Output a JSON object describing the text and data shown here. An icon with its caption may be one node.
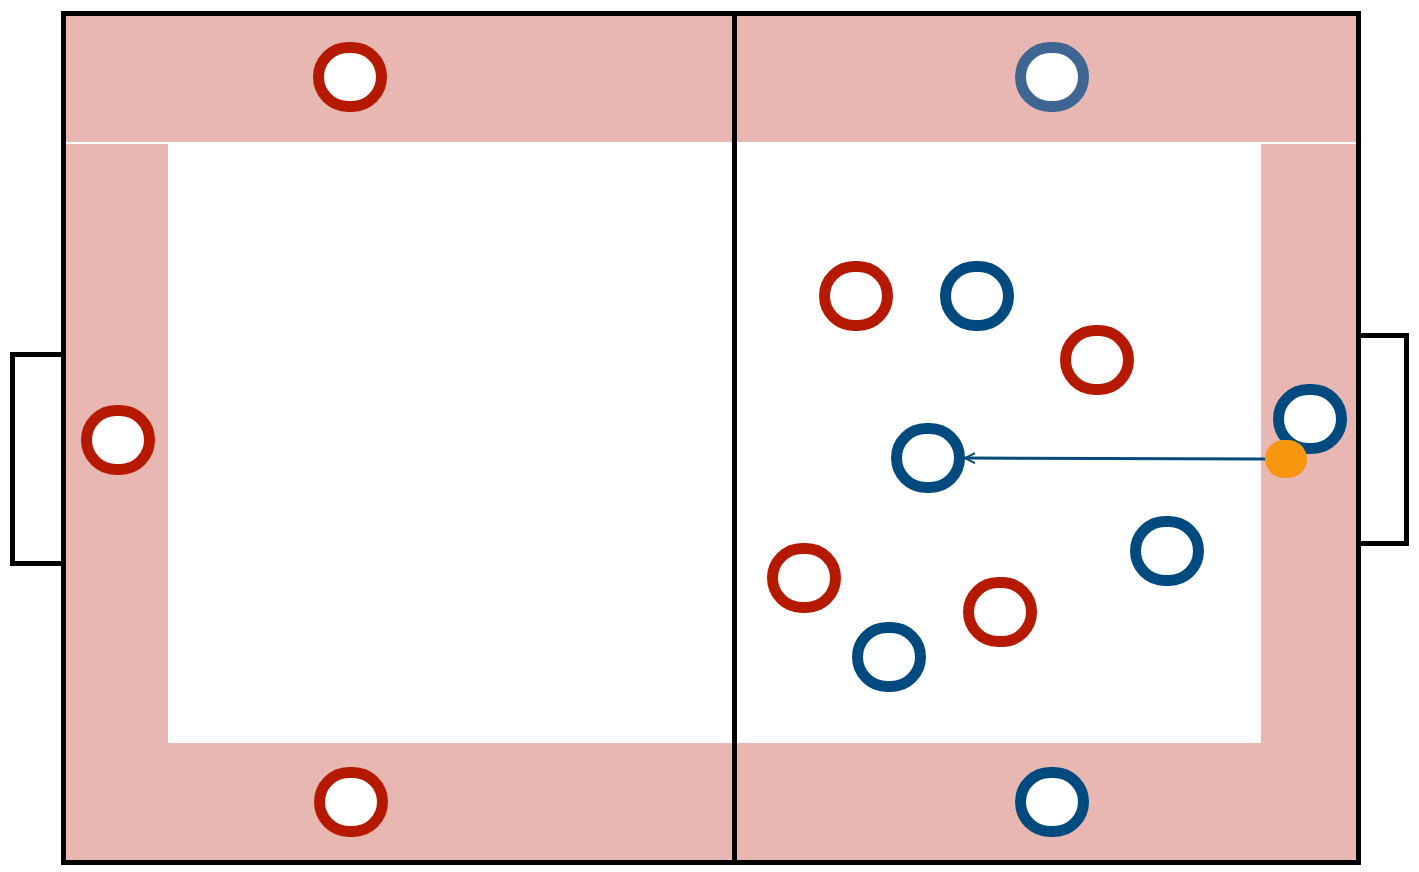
{
  "diagram": {
    "nodes": [
      {
        "text": [],
        "shape": "circle"
      },
      {
        "text": [],
        "shape": "circle"
      },
      {
        "text": [],
        "shape": "circle"
      },
      {
        "text": [],
        "shape": "circle"
      },
      {
        "text": [],
        "shape": "circle"
      },
      {
        "text": [],
        "shape": "circle"
      },
      {
        "text": [],
        "shape": "circle"
      },
      {
        "text": [],
        "shape": "circle"
      },
      {
        "text": [],
        "shape": "circle"
      },
      {
        "text": [],
        "shape": "circle"
      },
      {
        "text": [],
        "shape": "circle"
      },
      {
        "text": [],
        "shape": "circle"
      },
      {
        "text": [],
        "shape": "circle"
      },
      {
        "text": [],
        "shape": "circle"
      },
      {
        "text": [],
        "shape": "circle"
      }
    ],
    "edges": [
      {
        "from": 8,
        "to": 7,
        "arrow": "to"
      }
    ]
  }
}
